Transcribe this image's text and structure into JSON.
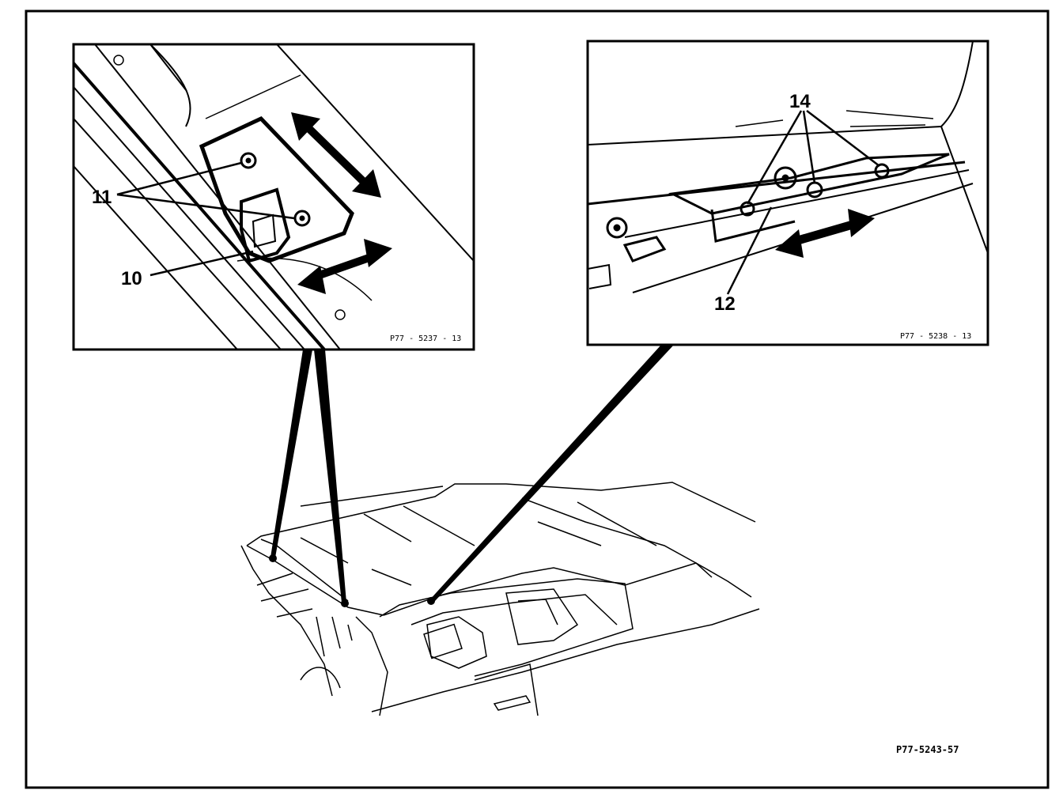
{
  "figure_code": "P77-5243-57",
  "insets": {
    "left": {
      "code": "P77 - 5237 - 13",
      "labels": {
        "bolts": "11",
        "catch": "10"
      }
    },
    "right": {
      "code": "P77 - 5238 - 13",
      "labels": {
        "bolts": "14",
        "bracket": "12"
      }
    }
  },
  "colors": {
    "line": "#000000",
    "background": "#ffffff"
  }
}
